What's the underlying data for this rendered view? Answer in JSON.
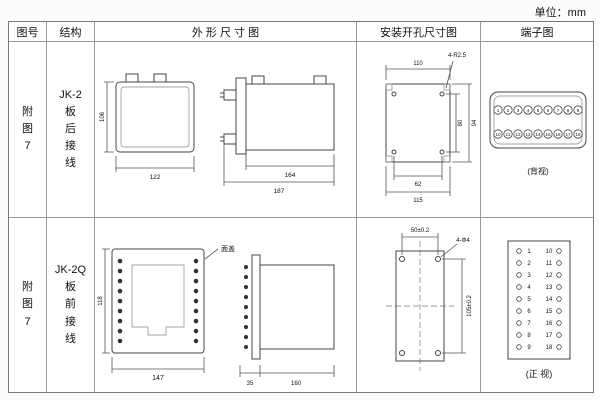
{
  "page": {
    "unit_label": "单位：mm"
  },
  "table": {
    "headers": [
      "图号",
      "结构",
      "外 形 尺 寸 图",
      "安装开孔尺寸图",
      "端子图"
    ]
  },
  "rows": [
    {
      "fig_no": "附\n图\n7",
      "structure": "JK-2\n板\n后\n接\n线",
      "outline": {
        "h": "106",
        "w": "122",
        "d1": "164",
        "d2": "187"
      },
      "mounting": {
        "top": "110",
        "holes": "4-R2.5",
        "inner_h": "80",
        "outer_h": "94",
        "b1": "62",
        "b2": "115"
      },
      "terminal": {
        "label": "(背视)",
        "top": [
          "1",
          "2",
          "3",
          "4",
          "5",
          "6",
          "7",
          "8",
          "9"
        ],
        "bottom": [
          "10",
          "11",
          "12",
          "13",
          "14",
          "15",
          "16",
          "17",
          "18"
        ]
      }
    },
    {
      "fig_no": "附\n图\n7",
      "structure": "JK-2Q\n板\n前\n接\n线",
      "outline": {
        "w": "147",
        "h": "118",
        "cover": "面盖",
        "d_small": "35",
        "d": "160"
      },
      "mounting": {
        "top": "50±0.2",
        "holes": "4-Φ4",
        "side": "105±0.2"
      },
      "terminal": {
        "label": "(正 视)",
        "left": [
          "1",
          "2",
          "3",
          "4",
          "5",
          "6",
          "7",
          "8",
          "9"
        ],
        "right": [
          "10",
          "11",
          "12",
          "13",
          "14",
          "15",
          "16",
          "17",
          "18"
        ]
      }
    }
  ]
}
